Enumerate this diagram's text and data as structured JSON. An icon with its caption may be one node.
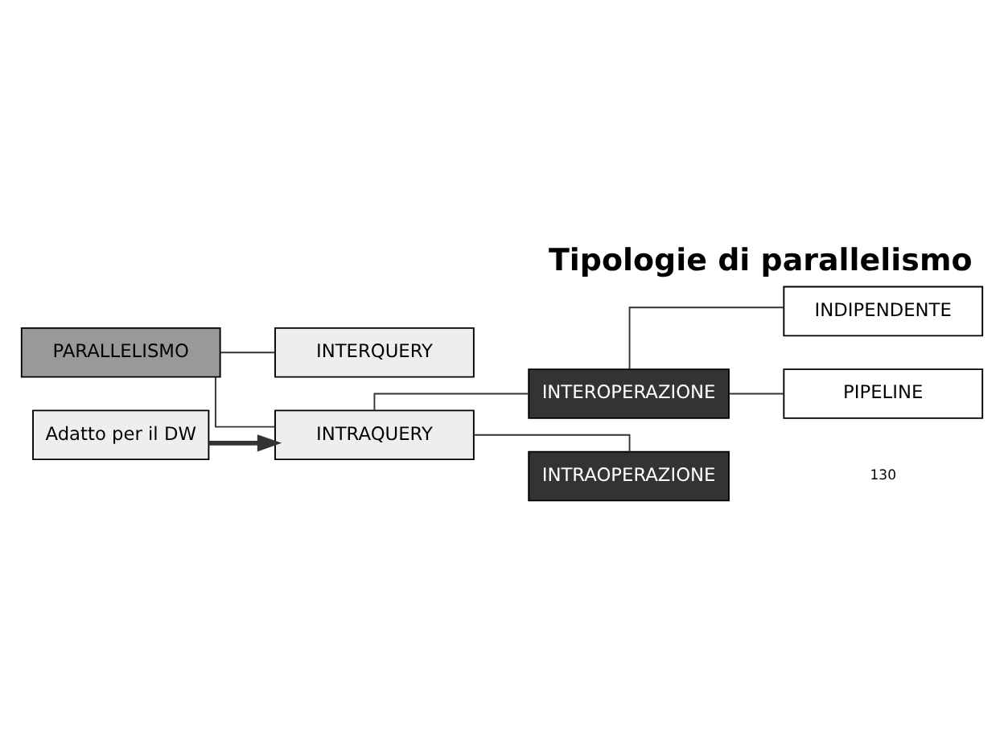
{
  "diagram": {
    "title": "Tipologie di parallelismo",
    "nodes": [
      {
        "text": [
          "PARALLELISMO"
        ]
      },
      {
        "text": [
          "INTERQUERY"
        ]
      },
      {
        "text": [
          "INTRAQUERY"
        ]
      },
      {
        "text": [
          "INTEROPERAZIONE"
        ]
      },
      {
        "text": [
          "INDIPENDENTE"
        ]
      },
      {
        "text": [
          "PIPELINE"
        ]
      },
      {
        "text": [
          "INTRAOPERAZIONE"
        ]
      },
      {
        "text": [
          "Adatto per il DW"
        ]
      }
    ],
    "edges": [
      {
        "from": 0,
        "to": 1,
        "arrow": "none"
      },
      {
        "from": 0,
        "to": 2,
        "arrow": "none"
      },
      {
        "from": 2,
        "to": 3,
        "arrow": "none"
      },
      {
        "from": 3,
        "to": 4,
        "arrow": "none"
      },
      {
        "from": 3,
        "to": 5,
        "arrow": "none"
      },
      {
        "from": 2,
        "to": 6,
        "arrow": "none"
      },
      {
        "from": 7,
        "to": 2,
        "arrow": "to",
        "style": "thick"
      }
    ],
    "labels": [
      "130"
    ]
  }
}
